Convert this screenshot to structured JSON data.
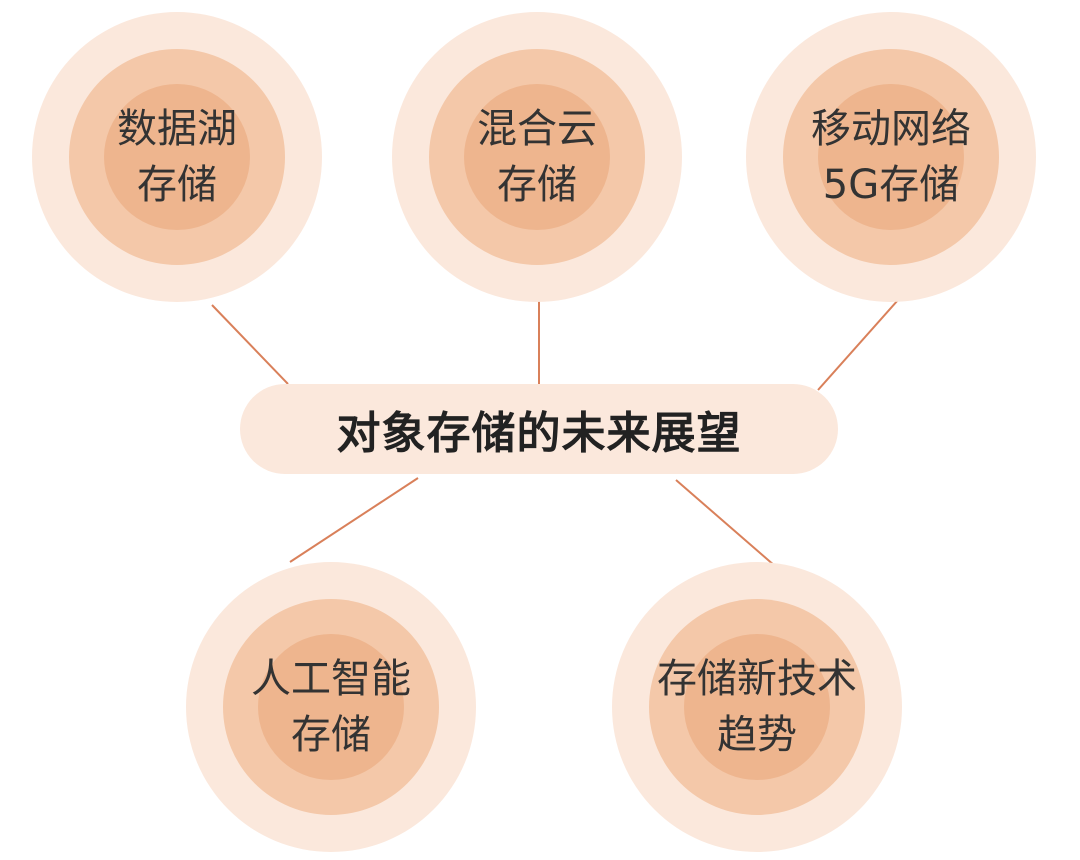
{
  "center": {
    "title": "对象存储的未来展望"
  },
  "nodes": [
    {
      "line1": "数据湖",
      "line2": "存储"
    },
    {
      "line1": "混合云",
      "line2": "存储"
    },
    {
      "line1": "移动网络",
      "line2": "5G存储"
    },
    {
      "line1": "人工智能",
      "line2": "存储"
    },
    {
      "line1": "存储新技术",
      "line2": "趋势"
    }
  ],
  "colors": {
    "outer_ring": "#fbe8dc",
    "middle_ring": "#f4c8a9",
    "inner_core": "#eeb58e",
    "connector": "#d9805a",
    "text": "#333333"
  }
}
